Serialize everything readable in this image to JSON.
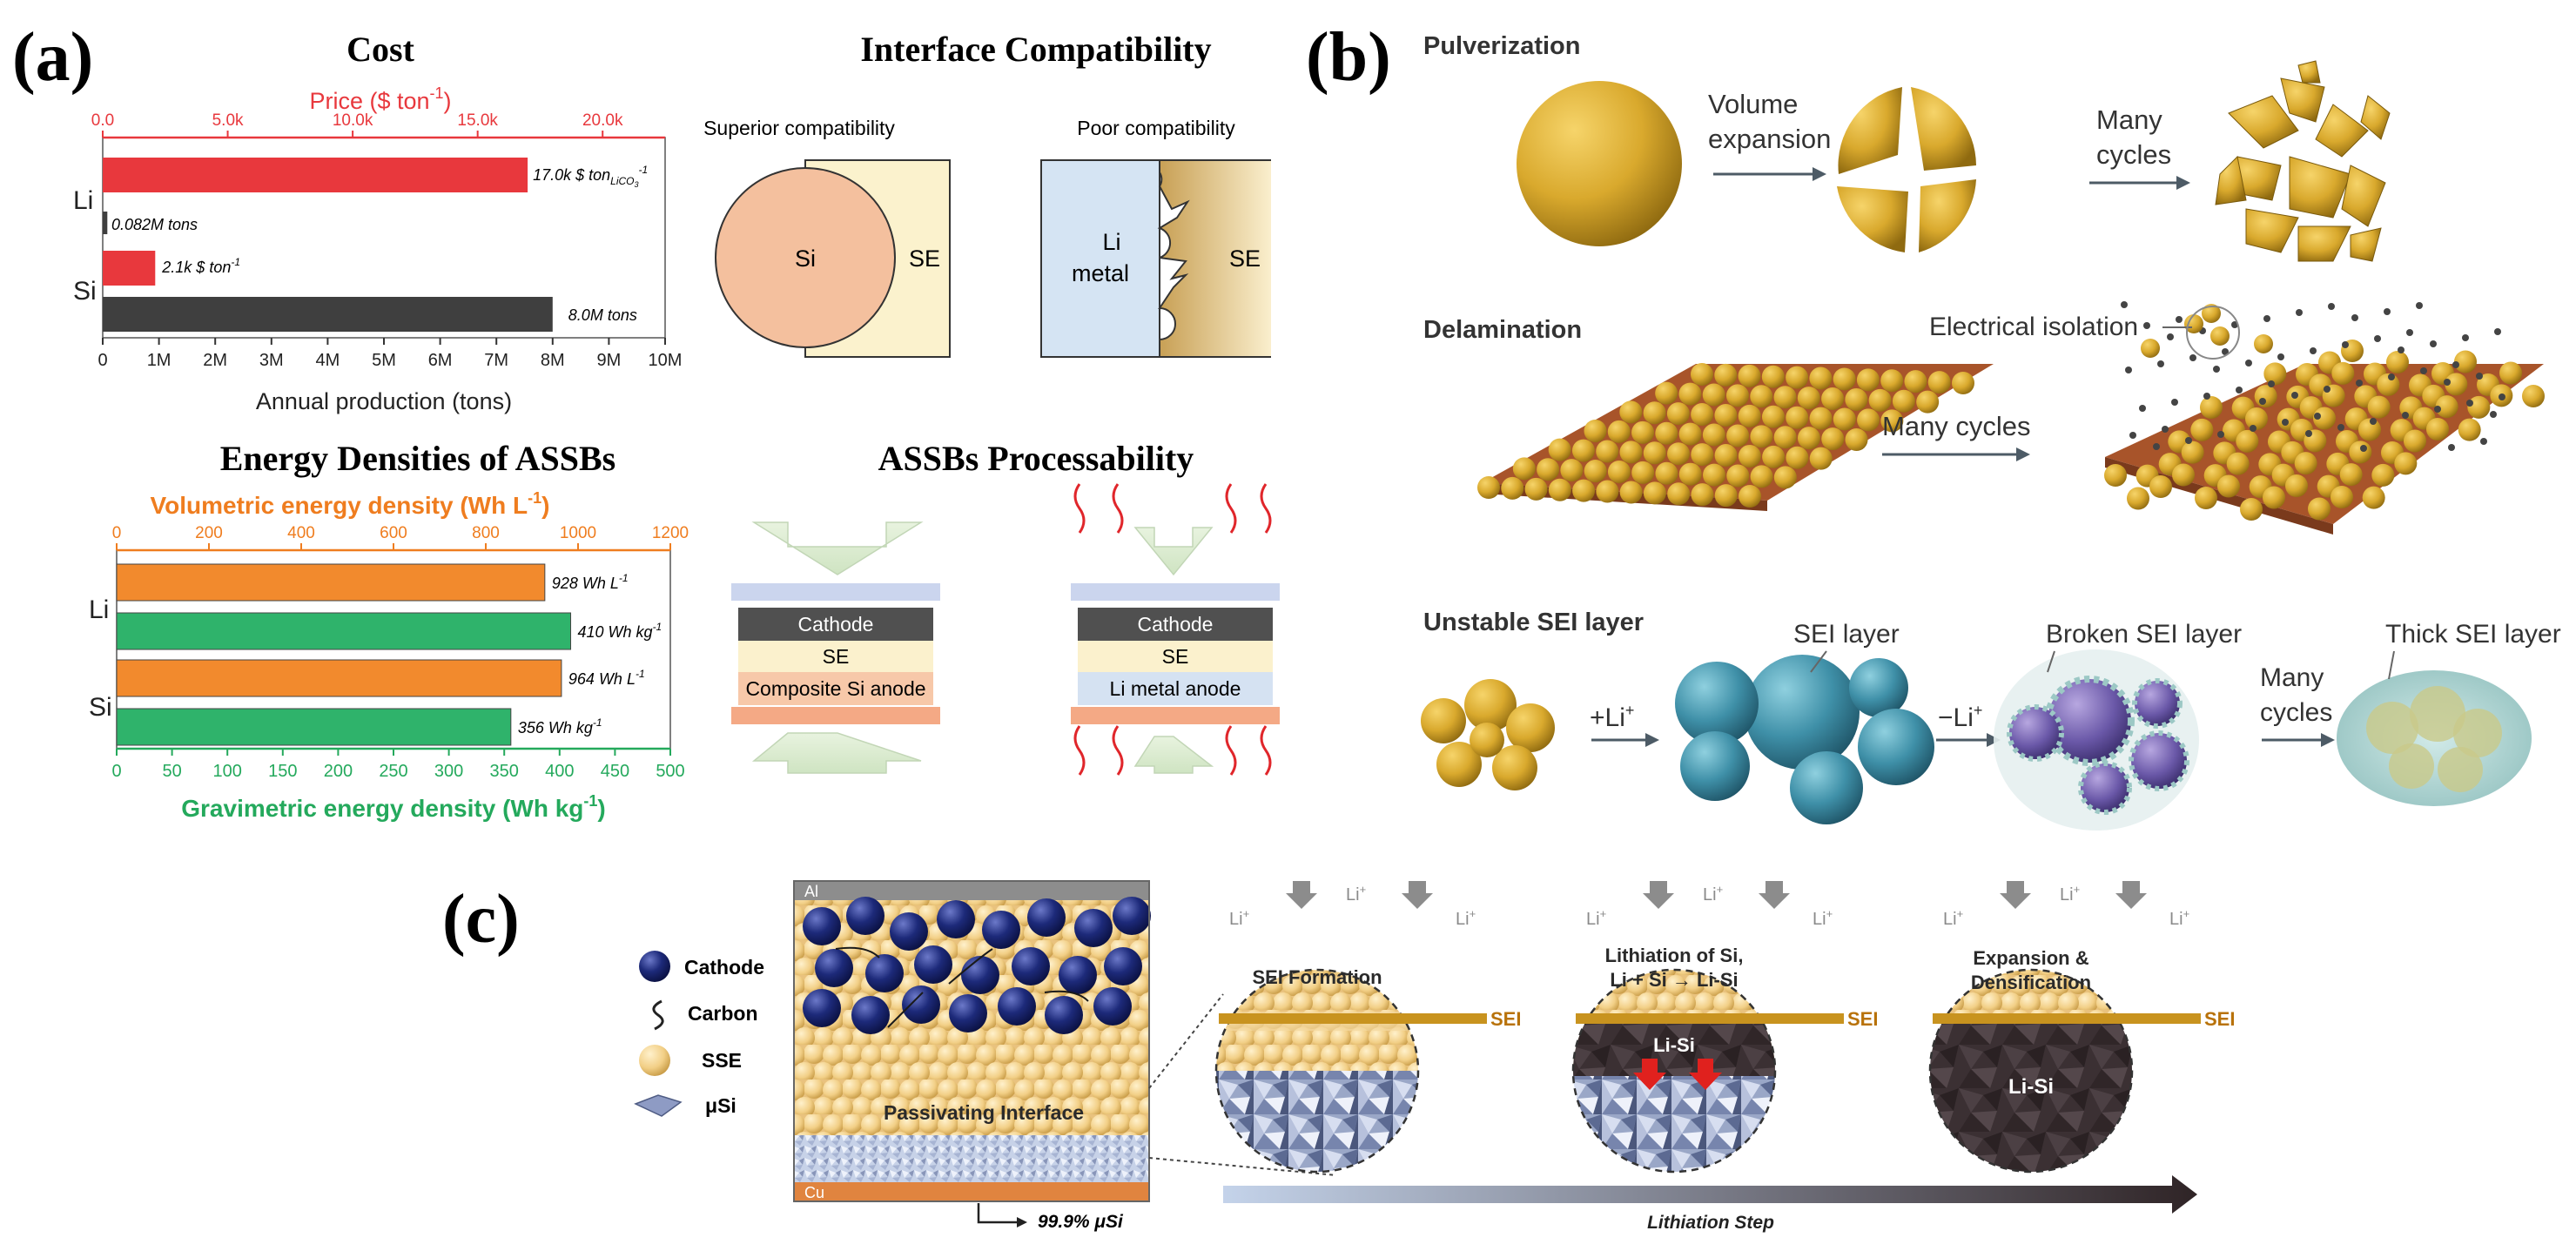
{
  "panels": {
    "a": "(a)",
    "b": "(b)",
    "c": "(c)"
  },
  "cost": {
    "title": "Cost",
    "price_axis_title": "Price ($ ton",
    "price_axis_sup": "-1",
    "price_axis_close": ")",
    "prod_axis_title": "Annual production (tons)",
    "price_ticks": [
      "0.0",
      "5.0k",
      "10.0k",
      "15.0k",
      "20.0k"
    ],
    "prod_ticks": [
      "0",
      "1M",
      "2M",
      "3M",
      "4M",
      "5M",
      "6M",
      "7M",
      "8M",
      "9M",
      "10M"
    ],
    "labels": {
      "li": "Li",
      "si": "Si",
      "li_price": "17.0k $ ton",
      "li_price_sub": "LiCO",
      "li_price_sub2": "3",
      "li_price_sup": "-1",
      "li_prod": "0.082M tons",
      "si_price": "2.1k $ ton",
      "si_price_sup": "-1",
      "si_prod": "8.0M tons"
    },
    "colors": {
      "price": "#e8383d",
      "production": "#3f3f3f"
    }
  },
  "interface": {
    "title": "Interface Compatibility",
    "superior": "Superior compatibility",
    "poor": "Poor compatibility",
    "si": "Si",
    "se": "SE",
    "li_metal_1": "Li",
    "li_metal_2": "metal",
    "se2": "SE"
  },
  "energy": {
    "title": "Energy Densities of ASSBs",
    "vol_axis_title": "Volumetric energy density (Wh L",
    "vol_axis_sup": "-1",
    "vol_axis_close": ")",
    "grav_axis_title": "Gravimetric energy density (Wh kg",
    "grav_axis_sup": "-1",
    "grav_axis_close": ")",
    "vol_ticks": [
      "0",
      "200",
      "400",
      "600",
      "800",
      "1000",
      "1200"
    ],
    "grav_ticks": [
      "0",
      "50",
      "100",
      "150",
      "200",
      "250",
      "300",
      "350",
      "400",
      "450",
      "500"
    ],
    "labels": {
      "li": "Li",
      "si": "Si",
      "li_vol": "928 Wh L",
      "li_grav": "410 Wh kg",
      "si_vol": "964 Wh L",
      "si_grav": "356 Wh kg",
      "sup": "-1"
    },
    "colors": {
      "volumetric": "#f28a2d",
      "gravimetric": "#2fb36b",
      "vol_axis": "#ef7d1f",
      "grav_axis": "#24a95c"
    }
  },
  "process": {
    "title": "ASSBs Processability",
    "cathode": "Cathode",
    "se": "SE",
    "composite": "Composite Si anode",
    "cathode2": "Cathode",
    "se2": "SE",
    "li_anode": "Li metal anode"
  },
  "panel_b": {
    "pulverization": "Pulverization",
    "volume_1": "Volume",
    "volume_2": "expansion",
    "many_cycles_1": "Many",
    "many_cycles_2": "cycles",
    "delamination": "Delamination",
    "electrical_isolation": "Electrical isolation",
    "many_cycles_b": "Many cycles",
    "unstable_sei": "Unstable SEI layer",
    "sei_layer": "SEI layer",
    "broken_sei": "Broken SEI layer",
    "thick_sei": "Thick SEI layer",
    "plus_li": "+Li",
    "minus_li": "−Li",
    "plus_sup": "+",
    "many_cycles_c1": "Many",
    "many_cycles_c2": "cycles"
  },
  "panel_c": {
    "legend": [
      "Cathode",
      "Carbon",
      "SSE",
      "μSi"
    ],
    "al": "Al",
    "cu": "Cu",
    "passivating": "Passivating Interface",
    "usi_percent": "99.9% μSi",
    "sei_formation": "SEI Formation",
    "lithiation_1": "Lithiation of Si,",
    "lithiation_2": "Li + Si → Li-Si",
    "expansion_1": "Expansion &",
    "expansion_2": "Densification",
    "sei": "SEI",
    "lisi": "Li-Si",
    "li_ion": "Li",
    "ion_sup": "+",
    "lithiation_step": "Lithiation Step"
  },
  "chart_data": [
    {
      "type": "bar",
      "title": "Cost",
      "categories": [
        "Li",
        "Si"
      ],
      "series": [
        {
          "name": "Price",
          "unit": "$ ton-1",
          "values": [
            17000,
            2100
          ]
        },
        {
          "name": "Annual production",
          "unit": "tons",
          "values": [
            82000,
            8000000
          ]
        }
      ],
      "xlim_price": [
        0,
        22500
      ],
      "xlim_production": [
        0,
        10000000
      ],
      "xlabel_top": "Price ($ ton-1)",
      "xlabel_bottom": "Annual production (tons)",
      "orientation": "horizontal"
    },
    {
      "type": "bar",
      "title": "Energy Densities of ASSBs",
      "categories": [
        "Li",
        "Si"
      ],
      "series": [
        {
          "name": "Volumetric energy density",
          "unit": "Wh L-1",
          "values": [
            928,
            964
          ]
        },
        {
          "name": "Gravimetric energy density",
          "unit": "Wh kg-1",
          "values": [
            410,
            356
          ]
        }
      ],
      "xlim_volumetric": [
        0,
        1200
      ],
      "xlim_gravimetric": [
        0,
        500
      ],
      "xlabel_top": "Volumetric energy density (Wh L-1)",
      "xlabel_bottom": "Gravimetric energy density (Wh kg-1)",
      "orientation": "horizontal"
    }
  ]
}
